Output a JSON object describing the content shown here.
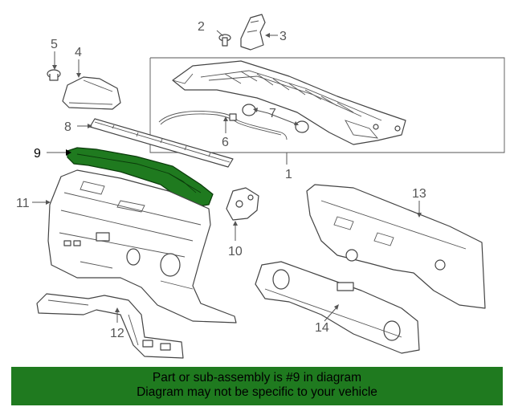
{
  "diagram": {
    "callouts": {
      "c1": "1",
      "c2": "2",
      "c3": "3",
      "c4": "4",
      "c5": "5",
      "c6": "6",
      "c7": "7",
      "c8": "8",
      "c9": "9",
      "c10": "10",
      "c11": "11",
      "c12": "12",
      "c13": "13",
      "c14": "14"
    },
    "highlight_part": "9",
    "colors": {
      "highlight": "#1f7a1f",
      "banner_bg": "#1f7a1f",
      "line": "#444444"
    }
  },
  "banner": {
    "line1": "Part or sub-assembly is #9 in diagram",
    "line2": "Diagram may not be specific to your vehicle"
  }
}
